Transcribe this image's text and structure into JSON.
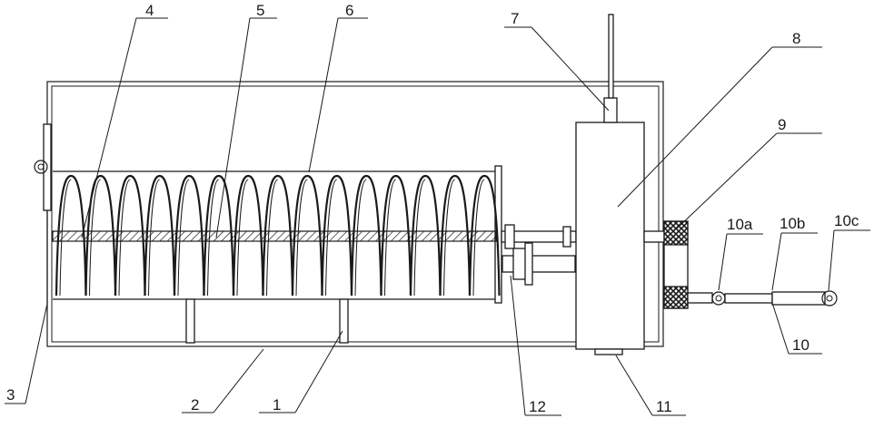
{
  "labels": {
    "l1": "1",
    "l2": "2",
    "l3": "3",
    "l4": "4",
    "l5": "5",
    "l6": "6",
    "l7": "7",
    "l8": "8",
    "l9": "9",
    "l10": "10",
    "l10a": "10a",
    "l10b": "10b",
    "l10c": "10c",
    "l11": "11",
    "l12": "12"
  }
}
